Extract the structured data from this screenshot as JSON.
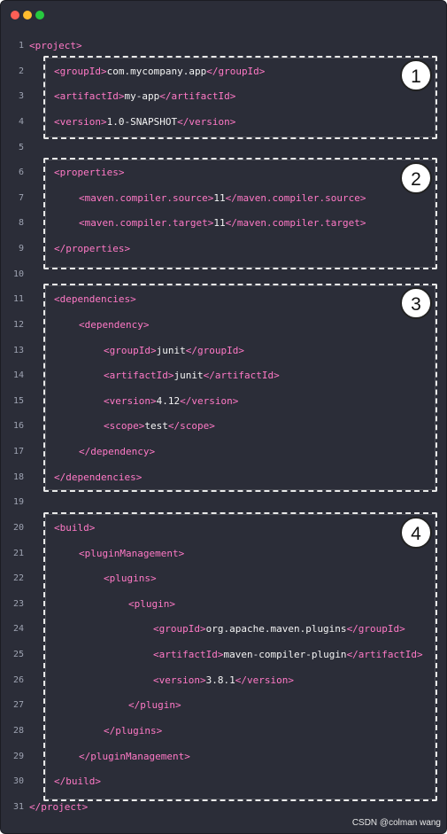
{
  "editor": {
    "lines": [
      {
        "n": "1",
        "open": "<project>",
        "text": "",
        "close": ""
      },
      {
        "n": "2",
        "open": "<groupId>",
        "text": "com.mycompany.app",
        "close": "</groupId>"
      },
      {
        "n": "3",
        "open": "<artifactId>",
        "text": "my-app",
        "close": "</artifactId>"
      },
      {
        "n": "4",
        "open": "<version>",
        "text": "1.0-SNAPSHOT",
        "close": "</version>"
      },
      {
        "n": "5",
        "open": "",
        "text": "",
        "close": ""
      },
      {
        "n": "6",
        "open": "<properties>",
        "text": "",
        "close": ""
      },
      {
        "n": "7",
        "open": "<maven.compiler.source>",
        "text": "11",
        "close": "</maven.compiler.source>"
      },
      {
        "n": "8",
        "open": "<maven.compiler.target>",
        "text": "11",
        "close": "</maven.compiler.target>"
      },
      {
        "n": "9",
        "open": "</properties>",
        "text": "",
        "close": ""
      },
      {
        "n": "10",
        "open": "",
        "text": "",
        "close": ""
      },
      {
        "n": "11",
        "open": "<dependencies>",
        "text": "",
        "close": ""
      },
      {
        "n": "12",
        "open": "<dependency>",
        "text": "",
        "close": ""
      },
      {
        "n": "13",
        "open": "<groupId>",
        "text": "junit",
        "close": "</groupId>"
      },
      {
        "n": "14",
        "open": "<artifactId>",
        "text": "junit",
        "close": "</artifactId>"
      },
      {
        "n": "15",
        "open": "<version>",
        "text": "4.12",
        "close": "</version>"
      },
      {
        "n": "16",
        "open": "<scope>",
        "text": "test",
        "close": "</scope>"
      },
      {
        "n": "17",
        "open": "</dependency>",
        "text": "",
        "close": ""
      },
      {
        "n": "18",
        "open": "</dependencies>",
        "text": "",
        "close": ""
      },
      {
        "n": "19",
        "open": "",
        "text": "",
        "close": ""
      },
      {
        "n": "20",
        "open": "<build>",
        "text": "",
        "close": ""
      },
      {
        "n": "21",
        "open": "<pluginManagement>",
        "text": "",
        "close": ""
      },
      {
        "n": "22",
        "open": "<plugins>",
        "text": "",
        "close": ""
      },
      {
        "n": "23",
        "open": "<plugin>",
        "text": "",
        "close": ""
      },
      {
        "n": "24",
        "open": "<groupId>",
        "text": "org.apache.maven.plugins",
        "close": "</groupId>"
      },
      {
        "n": "25",
        "open": "<artifactId>",
        "text": "maven-compiler-plugin",
        "close": "</artifactId>"
      },
      {
        "n": "26",
        "open": "<version>",
        "text": "3.8.1",
        "close": "</version>"
      },
      {
        "n": "27",
        "open": "</plugin>",
        "text": "",
        "close": ""
      },
      {
        "n": "28",
        "open": "</plugins>",
        "text": "",
        "close": ""
      },
      {
        "n": "29",
        "open": "</pluginManagement>",
        "text": "",
        "close": ""
      },
      {
        "n": "30",
        "open": "</build>",
        "text": "",
        "close": ""
      },
      {
        "n": "31",
        "open": "</project>",
        "text": "",
        "close": ""
      }
    ]
  },
  "callouts": [
    "1",
    "2",
    "3",
    "4"
  ],
  "watermark": "CSDN @colman wang",
  "colors": {
    "background": "#2b2d38",
    "tag": "#ff79c6",
    "text": "#f4f4f4",
    "line_number": "#9ea3b2"
  }
}
